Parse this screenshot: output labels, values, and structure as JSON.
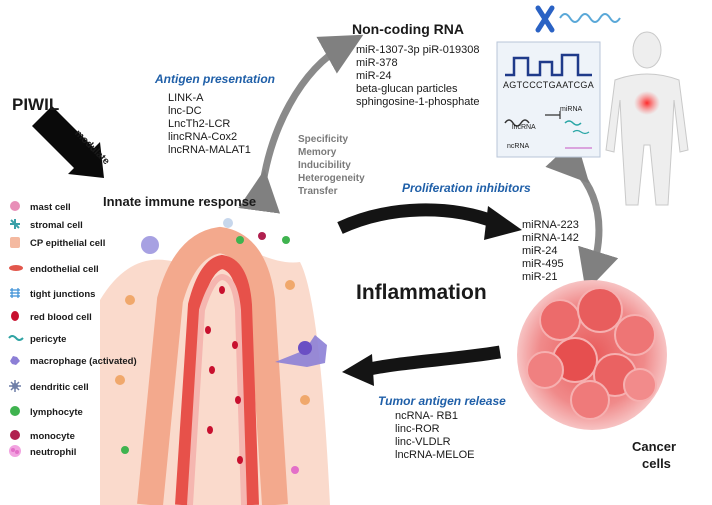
{
  "piwil": {
    "label": "PIWIL",
    "modulate": "modulate"
  },
  "innate": {
    "title": "Innate immune response"
  },
  "antigen_presentation": {
    "title": "Antigen presentation",
    "items": [
      "LINK-A",
      "lnc-DC",
      "LncTh2-LCR",
      "lincRNA-Cox2",
      "lncRNA-MALAT1"
    ]
  },
  "noncoding": {
    "title": "Non-coding RNA",
    "items": [
      "miR-1307-3p piR-019308",
      "miR-378",
      "miR-24",
      "beta-glucan particles",
      "sphingosine-1-phosphate"
    ]
  },
  "memory_traits": [
    "Specificity",
    "Memory",
    "Inducibility",
    "Heterogeneity",
    "Transfer"
  ],
  "rna_box": {
    "sequence": "AGTCCCTGAATCGA",
    "mirna": "miRNA",
    "lncrna": "lncRNA",
    "ncrna": "ncRNA"
  },
  "proliferation": {
    "title": "Proliferation inhibitors",
    "items": [
      "miRNA-223",
      "miRNA-142",
      "miR-24",
      "miR-495",
      "miR-21"
    ]
  },
  "inflammation": {
    "label": "Inflammation"
  },
  "tumor": {
    "title": "Tumor antigen release",
    "items": [
      "ncRNA- RB1",
      "linc-ROR",
      "linc-VLDLR",
      "lncRNA-MELOE"
    ]
  },
  "cancer": {
    "line1": "Cancer",
    "line2": "cells"
  },
  "legend": [
    {
      "label": "mast cell",
      "icon": "mast-cell-icon",
      "color": "#e88fb8"
    },
    {
      "label": "stromal cell",
      "icon": "stromal-cell-icon",
      "color": "#3aa0a8"
    },
    {
      "label": "CP epithelial cell",
      "icon": "epithelial-cell-icon",
      "color": "#f4b9a0"
    },
    {
      "label": "endothelial cell",
      "icon": "endothelial-cell-icon",
      "color": "#e2574c"
    },
    {
      "label": "tight junctions",
      "icon": "tight-junction-icon",
      "color": "#3b8fd6"
    },
    {
      "label": "red blood cell",
      "icon": "red-blood-cell-icon",
      "color": "#c8102e"
    },
    {
      "label": "pericyte",
      "icon": "pericyte-icon",
      "color": "#2fa3a3"
    },
    {
      "label": "macrophage (activated)",
      "icon": "macrophage-icon",
      "color": "#8c7fd6"
    },
    {
      "label": "dendritic cell",
      "icon": "dendritic-cell-icon",
      "color": "#6f7fa8"
    },
    {
      "label": "lymphocyte",
      "icon": "lymphocyte-icon",
      "color": "#3fb34f"
    },
    {
      "label": "monocyte",
      "icon": "monocyte-icon",
      "color": "#b0204f"
    },
    {
      "label": "neutrophil",
      "icon": "neutrophil-icon",
      "color": "#e36fc8"
    }
  ]
}
